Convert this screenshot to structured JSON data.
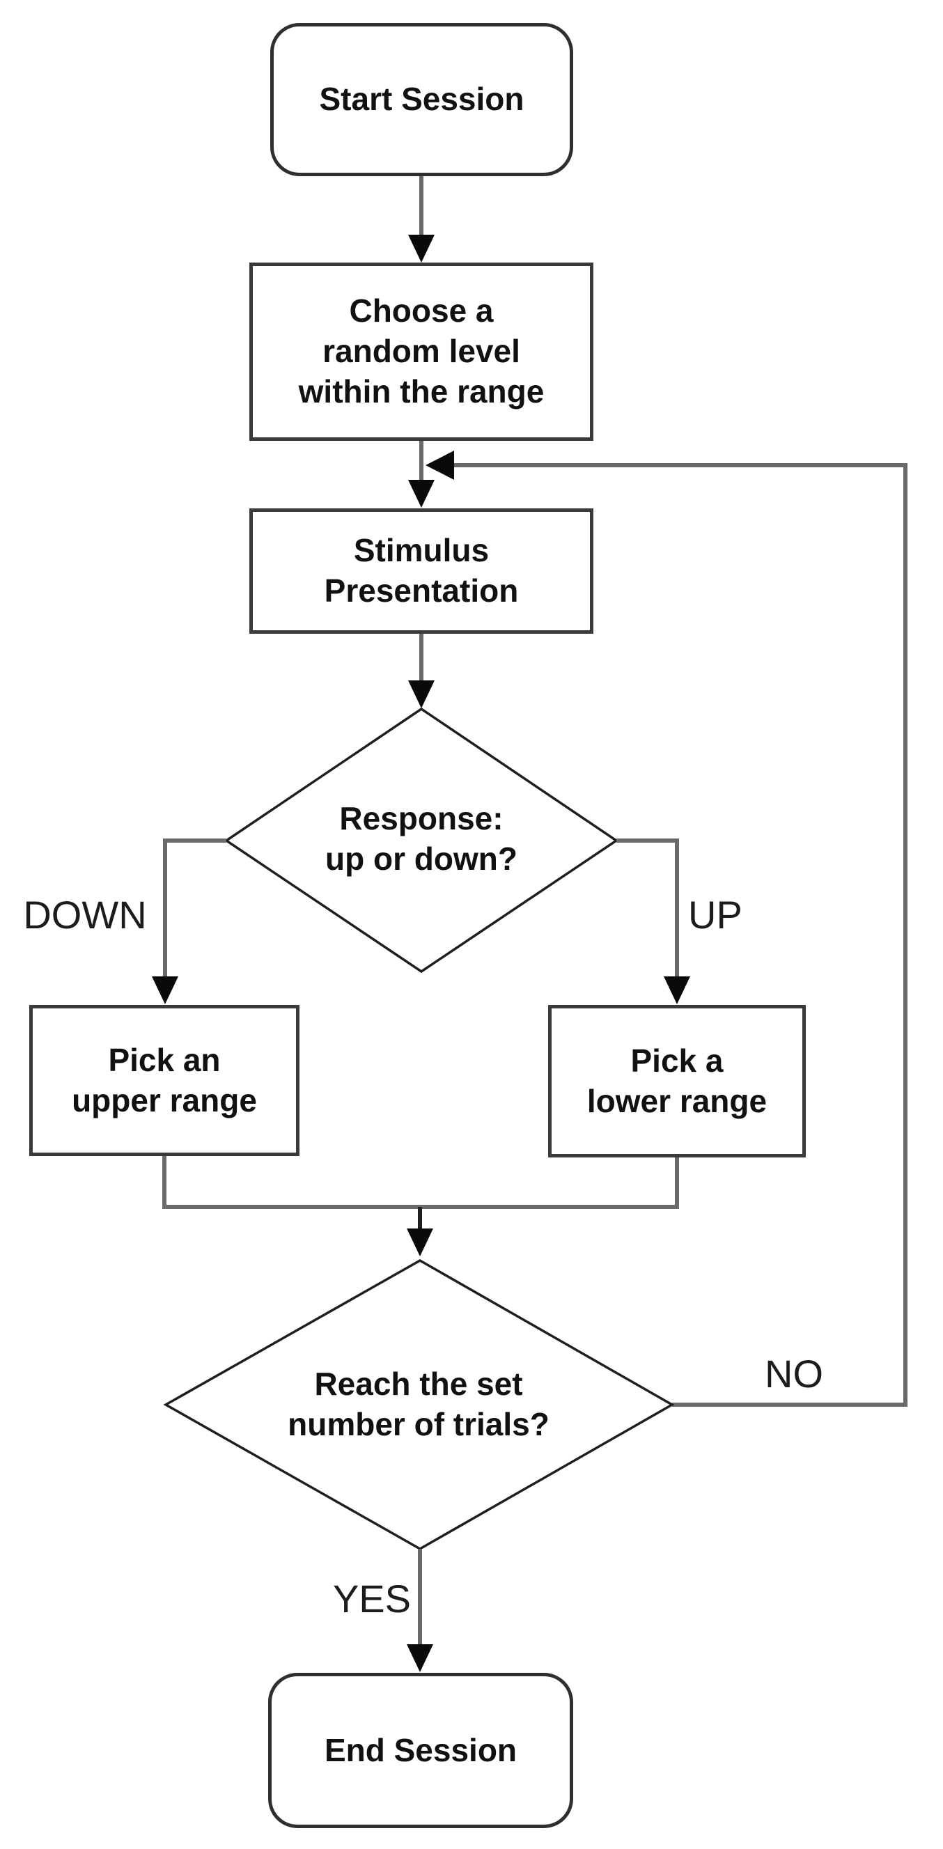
{
  "diagram": {
    "title": "Adaptive staircase session flowchart",
    "background": "#ffffff",
    "line_color": "#6a6a6a",
    "diamond_line_color": "#1f1f1f",
    "border_color": "#3a3a3a",
    "text_color": "#111111",
    "nodes": {
      "start": {
        "label": "Start Session",
        "type": "terminator"
      },
      "choose_level": {
        "label": "Choose a\nrandom level\nwithin the range",
        "type": "process"
      },
      "stimulus": {
        "label": "Stimulus\nPresentation",
        "type": "process"
      },
      "response": {
        "label": "Response:\nup or down?",
        "type": "decision"
      },
      "pick_upper": {
        "label": "Pick an\nupper range",
        "type": "process"
      },
      "pick_lower": {
        "label": "Pick a\nlower range",
        "type": "process"
      },
      "reach_trials": {
        "label": "Reach the set\nnumber of trials?",
        "type": "decision"
      },
      "end": {
        "label": "End Session",
        "type": "terminator"
      }
    },
    "edge_labels": {
      "down": "DOWN",
      "up": "UP",
      "no": "NO",
      "yes": "YES"
    }
  }
}
